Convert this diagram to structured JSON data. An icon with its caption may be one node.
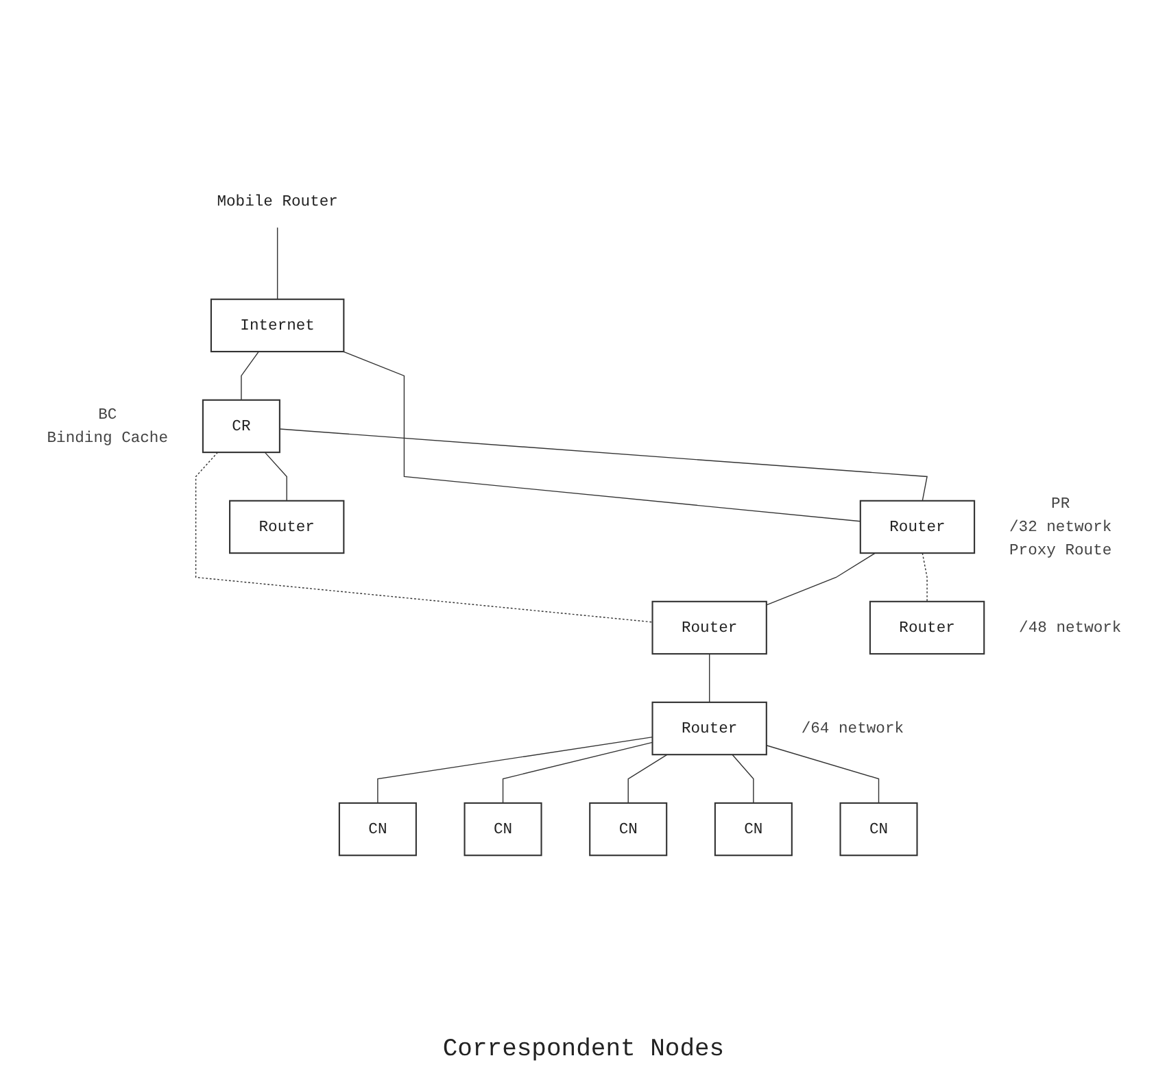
{
  "diagram": {
    "nodes": [
      {
        "text": [
          "Mobile Router"
        ]
      },
      {
        "text": [
          "Internet"
        ]
      },
      {
        "text": [
          "CR"
        ],
        "beside": [
          "BC",
          "Binding Cache"
        ]
      },
      {
        "text": [
          "Router"
        ],
        "beside": [
          "PR",
          "/32 network",
          "Proxy Route"
        ]
      },
      {
        "text": [
          "Router"
        ]
      },
      {
        "text": [
          "Router"
        ]
      },
      {
        "text": [
          "Router"
        ],
        "beside": [
          "/48 network"
        ]
      },
      {
        "text": [
          "Router"
        ],
        "beside": [
          "/64 network"
        ]
      },
      {
        "text": [
          "CN"
        ]
      },
      {
        "text": [
          "CN"
        ]
      },
      {
        "text": [
          "CN"
        ]
      },
      {
        "text": [
          "CN"
        ]
      },
      {
        "text": [
          "CN"
        ]
      }
    ],
    "edges": [
      {
        "from": 0,
        "to": 1,
        "arrow": "none"
      },
      {
        "from": 1,
        "to": 2,
        "arrow": "none"
      },
      {
        "from": 1,
        "to": 3,
        "arrow": "none"
      },
      {
        "from": 2,
        "to": 3,
        "arrow": "none"
      },
      {
        "from": 2,
        "to": 4,
        "arrow": "none"
      },
      {
        "from": 2,
        "to": 5,
        "arrow": "none",
        "style": "dashed"
      },
      {
        "from": 3,
        "to": 5,
        "arrow": "none"
      },
      {
        "from": 3,
        "to": 6,
        "arrow": "none",
        "style": "dashed"
      },
      {
        "from": 5,
        "to": 7,
        "arrow": "none"
      },
      {
        "from": 7,
        "to": 8,
        "arrow": "none"
      },
      {
        "from": 7,
        "to": 9,
        "arrow": "none"
      },
      {
        "from": 7,
        "to": 10,
        "arrow": "none"
      },
      {
        "from": 7,
        "to": 11,
        "arrow": "none"
      },
      {
        "from": 7,
        "to": 12,
        "arrow": "none"
      }
    ],
    "labels": [
      "Correspondent Nodes"
    ]
  }
}
